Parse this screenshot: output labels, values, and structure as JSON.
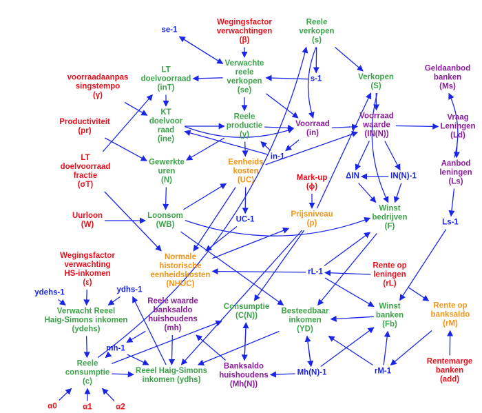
{
  "diagram": {
    "colors": {
      "green": "#3da34a",
      "red": "#e8101b",
      "purple": "#8a1c9a",
      "orange": "#f29418",
      "blue": "#1a25e6",
      "arrow": "#1a25e6"
    },
    "nodes": [
      {
        "id": "s",
        "color": "green",
        "lines": [
          "Reele",
          "verkopen"
        ],
        "sym": "(s)"
      },
      {
        "id": "beta",
        "color": "red",
        "lines": [
          "Wegingsfactor",
          "verwachtingen"
        ],
        "sym": "(β)"
      },
      {
        "id": "se1",
        "color": "blue",
        "lines": [
          "se-1"
        ],
        "sym": ""
      },
      {
        "id": "se",
        "color": "green",
        "lines": [
          "Verwachte",
          "reele",
          "verkopen"
        ],
        "sym": "(se)"
      },
      {
        "id": "s1",
        "color": "blue",
        "lines": [
          "s-1"
        ],
        "sym": ""
      },
      {
        "id": "S",
        "color": "green",
        "lines": [
          "Verkopen"
        ],
        "sym": "(S)"
      },
      {
        "id": "Ms",
        "color": "purple",
        "lines": [
          "Geldaanbod",
          "banken"
        ],
        "sym": "(Ms)"
      },
      {
        "id": "gamma",
        "color": "red",
        "lines": [
          "voorraadaanpas",
          "singstempo"
        ],
        "sym": "(γ)"
      },
      {
        "id": "inT",
        "color": "green",
        "lines": [
          "LT",
          "doelvoorraad"
        ],
        "sym": "(inT)"
      },
      {
        "id": "ine",
        "color": "green",
        "lines": [
          "KT",
          "doelvoor",
          "raad"
        ],
        "sym": "(ine)"
      },
      {
        "id": "y",
        "color": "green",
        "lines": [
          "Reele",
          "productie"
        ],
        "sym": "(y)"
      },
      {
        "id": "in",
        "color": "purple",
        "lines": [
          "Voorraad"
        ],
        "sym": "(in)"
      },
      {
        "id": "INN",
        "color": "purple",
        "lines": [
          "Voorraad",
          "waarde"
        ],
        "sym": "(IN(N))"
      },
      {
        "id": "Ld",
        "color": "purple",
        "lines": [
          "Vraag",
          "Leningen"
        ],
        "sym": "(Ld)"
      },
      {
        "id": "pr",
        "color": "red",
        "lines": [
          "Productiviteit"
        ],
        "sym": "(pr)"
      },
      {
        "id": "in1",
        "color": "blue",
        "lines": [
          "in-1"
        ],
        "sym": ""
      },
      {
        "id": "UC",
        "color": "orange",
        "lines": [
          "Eenheids",
          "kosten"
        ],
        "sym": "(UC)"
      },
      {
        "id": "N",
        "color": "green",
        "lines": [
          "Gewerkte",
          "uren"
        ],
        "sym": "(N)"
      },
      {
        "id": "sigmaT",
        "color": "red",
        "lines": [
          "LT",
          "doelvoorraad",
          "fractie"
        ],
        "sym": "(σT)"
      },
      {
        "id": "dIN",
        "color": "blue",
        "lines": [
          "ΔIN"
        ],
        "sym": ""
      },
      {
        "id": "INN1",
        "color": "blue",
        "lines": [
          "IN(N)-1"
        ],
        "sym": ""
      },
      {
        "id": "Ls",
        "color": "purple",
        "lines": [
          "Aanbod",
          "leningen"
        ],
        "sym": "(Ls)"
      },
      {
        "id": "phi",
        "color": "red",
        "lines": [
          "Mark-up"
        ],
        "sym": "(ϕ)"
      },
      {
        "id": "F",
        "color": "green",
        "lines": [
          "Winst",
          "bedrijven"
        ],
        "sym": "(F)"
      },
      {
        "id": "W",
        "color": "red",
        "lines": [
          "Uurloon"
        ],
        "sym": "(W)"
      },
      {
        "id": "WB",
        "color": "green",
        "lines": [
          "Loonsom"
        ],
        "sym": "(WB)"
      },
      {
        "id": "p",
        "color": "orange",
        "lines": [
          "Prijsniveau"
        ],
        "sym": "(p)"
      },
      {
        "id": "Ls1",
        "color": "blue",
        "lines": [
          "Ls-1"
        ],
        "sym": ""
      },
      {
        "id": "UC1",
        "color": "blue",
        "lines": [
          "UC-1"
        ],
        "sym": ""
      },
      {
        "id": "NHUC",
        "color": "orange",
        "lines": [
          "Normale",
          "historische",
          "eenheidskosten"
        ],
        "sym": "(NHUC)"
      },
      {
        "id": "eps",
        "color": "red",
        "lines": [
          "Wegingsfactor",
          "verwachting",
          "HS-inkomen"
        ],
        "sym": "(ε)"
      },
      {
        "id": "rL1",
        "color": "blue",
        "lines": [
          "rL-1"
        ],
        "sym": ""
      },
      {
        "id": "rL",
        "color": "red",
        "lines": [
          "Rente op",
          "leningen"
        ],
        "sym": "(rL)"
      },
      {
        "id": "ydehs1",
        "color": "blue",
        "lines": [
          "ydehs-1"
        ],
        "sym": ""
      },
      {
        "id": "ydhs1",
        "color": "blue",
        "lines": [
          "ydhs-1"
        ],
        "sym": ""
      },
      {
        "id": "ydehs",
        "color": "green",
        "lines": [
          "Verwacht Reeel",
          "Haig-Simons inkomen"
        ],
        "sym": "(ydehs)"
      },
      {
        "id": "mh",
        "color": "purple",
        "lines": [
          "Reele waarde",
          "banksaldo",
          "huishoudens"
        ],
        "sym": "(mh)"
      },
      {
        "id": "C",
        "color": "green",
        "lines": [
          "Consumptie"
        ],
        "sym": "(C(N))"
      },
      {
        "id": "YD",
        "color": "green",
        "lines": [
          "Besteedbaar",
          "inkomen"
        ],
        "sym": "(YD)"
      },
      {
        "id": "Fb",
        "color": "green",
        "lines": [
          "Winst",
          "banken"
        ],
        "sym": "(Fb)"
      },
      {
        "id": "rM",
        "color": "orange",
        "lines": [
          "Rente op",
          "banksaldo"
        ],
        "sym": "(rM)"
      },
      {
        "id": "mh1",
        "color": "blue",
        "lines": [
          "mh-1"
        ],
        "sym": ""
      },
      {
        "id": "c",
        "color": "green",
        "lines": [
          "Reele",
          "consumptie"
        ],
        "sym": "(c)"
      },
      {
        "id": "ydhs",
        "color": "green",
        "lines": [
          "Reeel Haig-Simons",
          "inkomen (ydhs)"
        ],
        "sym": ""
      },
      {
        "id": "Mh",
        "color": "purple",
        "lines": [
          "Banksaldo",
          "huishoudens"
        ],
        "sym": "(Mh(N))"
      },
      {
        "id": "MhN1",
        "color": "blue",
        "lines": [
          "Mh(N)-1"
        ],
        "sym": ""
      },
      {
        "id": "rM1",
        "color": "blue",
        "lines": [
          "rM-1"
        ],
        "sym": ""
      },
      {
        "id": "add",
        "color": "red",
        "lines": [
          "Rentemarge",
          "banken"
        ],
        "sym": "(add)"
      },
      {
        "id": "a0",
        "color": "red",
        "lines": [
          "α0"
        ],
        "sym": ""
      },
      {
        "id": "a1",
        "color": "red",
        "lines": [
          "α1"
        ],
        "sym": ""
      },
      {
        "id": "a2",
        "color": "red",
        "lines": [
          "α2"
        ],
        "sym": ""
      }
    ],
    "edges": [
      {
        "from": "c",
        "to": "s",
        "bend": 1
      },
      {
        "from": "s",
        "to": "s1"
      },
      {
        "from": "s",
        "to": "S"
      },
      {
        "from": "s",
        "to": "in",
        "bend": 1
      },
      {
        "from": "beta",
        "to": "se"
      },
      {
        "from": "se1",
        "to": "se"
      },
      {
        "from": "se",
        "to": "se1"
      },
      {
        "from": "s1",
        "to": "se"
      },
      {
        "from": "se",
        "to": "inT"
      },
      {
        "from": "se",
        "to": "y"
      },
      {
        "from": "se",
        "to": "in"
      },
      {
        "from": "gamma",
        "to": "ine"
      },
      {
        "from": "inT",
        "to": "ine"
      },
      {
        "from": "ine",
        "to": "y"
      },
      {
        "from": "ine",
        "to": "in",
        "bend": 1
      },
      {
        "from": "in1",
        "to": "ine"
      },
      {
        "from": "in1",
        "to": "y"
      },
      {
        "from": "y",
        "to": "N"
      },
      {
        "from": "y",
        "to": "UC"
      },
      {
        "from": "y",
        "to": "in"
      },
      {
        "from": "pr",
        "to": "N"
      },
      {
        "from": "sigmaT",
        "to": "inT"
      },
      {
        "from": "sigmaT",
        "to": "NHUC"
      },
      {
        "from": "N",
        "to": "WB"
      },
      {
        "from": "W",
        "to": "WB"
      },
      {
        "from": "WB",
        "to": "UC"
      },
      {
        "from": "WB",
        "to": "YD"
      },
      {
        "from": "WB",
        "to": "F",
        "bend": 1
      },
      {
        "from": "UC",
        "to": "INN"
      },
      {
        "from": "UC",
        "to": "UC1"
      },
      {
        "from": "UC",
        "to": "NHUC"
      },
      {
        "from": "UC1",
        "to": "NHUC"
      },
      {
        "from": "in",
        "to": "INN"
      },
      {
        "from": "in",
        "to": "in1"
      },
      {
        "from": "INN",
        "to": "Ld"
      },
      {
        "from": "INN",
        "to": "dIN"
      },
      {
        "from": "INN",
        "to": "INN1"
      },
      {
        "from": "INN1",
        "to": "dIN"
      },
      {
        "from": "INN1",
        "to": "F"
      },
      {
        "from": "dIN",
        "to": "F"
      },
      {
        "from": "S",
        "to": "F",
        "bend": 1
      },
      {
        "from": "S",
        "to": "INN"
      },
      {
        "from": "Ld",
        "to": "Ls"
      },
      {
        "from": "Ls",
        "to": "Ms",
        "bend": 1
      },
      {
        "from": "Ls",
        "to": "Ls1"
      },
      {
        "from": "Ls1",
        "to": "Fb"
      },
      {
        "from": "phi",
        "to": "p"
      },
      {
        "from": "p",
        "to": "S"
      },
      {
        "from": "p",
        "to": "C"
      },
      {
        "from": "p",
        "to": "ydhs"
      },
      {
        "from": "NHUC",
        "to": "p"
      },
      {
        "from": "F",
        "to": "YD"
      },
      {
        "from": "rL",
        "to": "rL1"
      },
      {
        "from": "rL",
        "to": "rM"
      },
      {
        "from": "rL1",
        "to": "NHUC"
      },
      {
        "from": "rL1",
        "to": "F"
      },
      {
        "from": "rL1",
        "to": "Fb"
      },
      {
        "from": "add",
        "to": "rM"
      },
      {
        "from": "rM",
        "to": "rM1"
      },
      {
        "from": "rM1",
        "to": "Fb"
      },
      {
        "from": "rM1",
        "to": "YD"
      },
      {
        "from": "Fb",
        "to": "YD"
      },
      {
        "from": "YD",
        "to": "ydhs"
      },
      {
        "from": "YD",
        "to": "MhN1"
      },
      {
        "from": "MhN1",
        "to": "YD"
      },
      {
        "from": "MhN1",
        "to": "Fb"
      },
      {
        "from": "MhN1",
        "to": "Mh"
      },
      {
        "from": "C",
        "to": "Mh"
      },
      {
        "from": "Mh",
        "to": "mh"
      },
      {
        "from": "Mh",
        "to": "C"
      },
      {
        "from": "mh",
        "to": "mh1"
      },
      {
        "from": "mh",
        "to": "ydhs"
      },
      {
        "from": "mh1",
        "to": "c"
      },
      {
        "from": "mh1",
        "to": "ydhs"
      },
      {
        "from": "eps",
        "to": "ydehs"
      },
      {
        "from": "ydehs1",
        "to": "ydehs"
      },
      {
        "from": "ydhs1",
        "to": "ydehs"
      },
      {
        "from": "ydehs",
        "to": "c"
      },
      {
        "from": "ydhs",
        "to": "ydhs1"
      },
      {
        "from": "c",
        "to": "C"
      },
      {
        "from": "c",
        "to": "ydhs"
      },
      {
        "from": "a0",
        "to": "c"
      },
      {
        "from": "a1",
        "to": "c"
      },
      {
        "from": "a2",
        "to": "c"
      }
    ]
  }
}
